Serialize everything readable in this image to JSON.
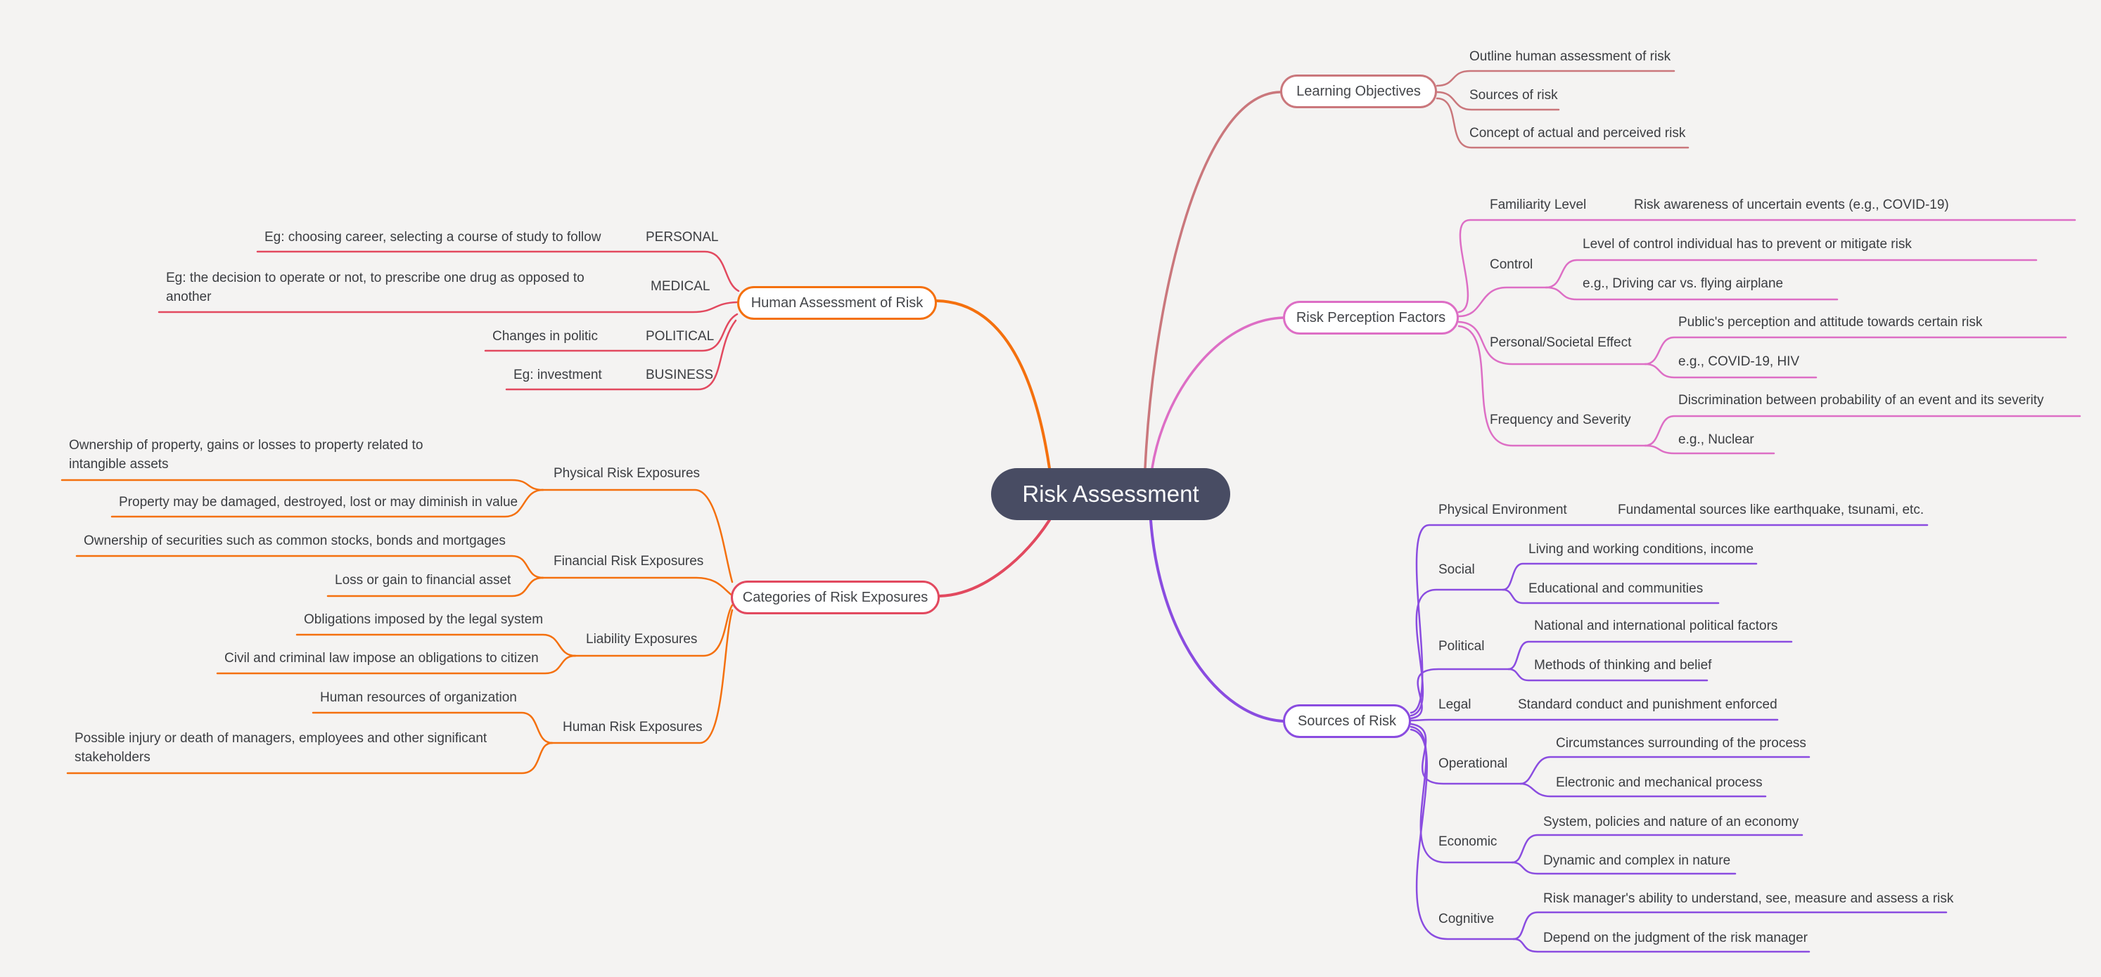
{
  "title": "Risk Assessment",
  "colors": {
    "background": "#f4f3f2",
    "center_bg": "#484c63",
    "center_text": "#fbfbfc",
    "branch_learning_objectives": "#ca777c",
    "branch_risk_perception": "#dd6ec5",
    "branch_sources_of_risk": "#8a4ce0",
    "branch_human_assessment": "#f4700e",
    "branch_categories": "#e2495f",
    "topic_text": "#3b3d41"
  },
  "branches": {
    "learning_objectives": {
      "label": "Learning Objectives",
      "items": [
        "Outline human assessment of risk",
        "Sources of risk",
        "Concept of actual and perceived risk"
      ]
    },
    "risk_perception": {
      "label": "Risk Perception Factors",
      "factors": [
        {
          "label": "Familiarity Level",
          "items": [
            "Risk awareness of uncertain events (e.g., COVID-19)"
          ]
        },
        {
          "label": "Control",
          "items": [
            "Level of control individual has to prevent or mitigate risk",
            "e.g., Driving car vs. flying airplane"
          ]
        },
        {
          "label": "Personal/Societal Effect",
          "items": [
            "Public's perception and attitude towards certain risk",
            "e.g., COVID-19, HIV"
          ]
        },
        {
          "label": "Frequency and Severity",
          "items": [
            "Discrimination between probability of an event and its severity",
            "e.g., Nuclear"
          ]
        }
      ]
    },
    "sources_of_risk": {
      "label": "Sources of Risk",
      "sources": [
        {
          "label": "Physical Environment",
          "items": [
            "Fundamental sources like earthquake, tsunami, etc."
          ]
        },
        {
          "label": "Social",
          "items": [
            "Living and working conditions, income",
            "Educational and communities"
          ]
        },
        {
          "label": "Political",
          "items": [
            "National and international political factors",
            "Methods of thinking and belief"
          ]
        },
        {
          "label": "Legal",
          "items": [
            "Standard conduct and punishment enforced"
          ]
        },
        {
          "label": "Operational",
          "items": [
            "Circumstances surrounding of the process",
            "Electronic and mechanical process"
          ]
        },
        {
          "label": "Economic",
          "items": [
            "System, policies and nature of an economy",
            "Dynamic and complex in nature"
          ]
        },
        {
          "label": "Cognitive",
          "items": [
            "Risk manager's ability to understand, see, measure and assess a risk",
            "Depend on the judgment of the risk manager"
          ]
        }
      ]
    },
    "human_assessment": {
      "label": "Human Assessment of Risk",
      "domains": [
        {
          "label": "PERSONAL",
          "items": [
            "Eg: choosing career, selecting a course of study to follow"
          ]
        },
        {
          "label": "MEDICAL",
          "items": [
            "Eg: the decision to operate or not, to prescribe one drug as opposed to another"
          ]
        },
        {
          "label": "POLITICAL",
          "items": [
            "Changes in politic"
          ]
        },
        {
          "label": "BUSINESS",
          "items": [
            "Eg: investment"
          ]
        }
      ]
    },
    "categories": {
      "label": "Categories of Risk Exposures",
      "exposures": [
        {
          "label": "Physical Risk Exposures",
          "items": [
            "Ownership of property, gains or losses to property related to intangible assets",
            "Property may be damaged, destroyed, lost or may diminish in value"
          ]
        },
        {
          "label": "Financial Risk Exposures",
          "items": [
            "Ownership of securities such as common stocks, bonds and mortgages",
            "Loss or gain to financial asset"
          ]
        },
        {
          "label": "Liability Exposures",
          "items": [
            "Obligations imposed by the legal system",
            "Civil and criminal law impose an obligations to citizen"
          ]
        },
        {
          "label": "Human Risk Exposures",
          "items": [
            "Human resources of organization",
            "Possible injury or death of managers, employees and other significant stakeholders"
          ]
        }
      ]
    }
  }
}
